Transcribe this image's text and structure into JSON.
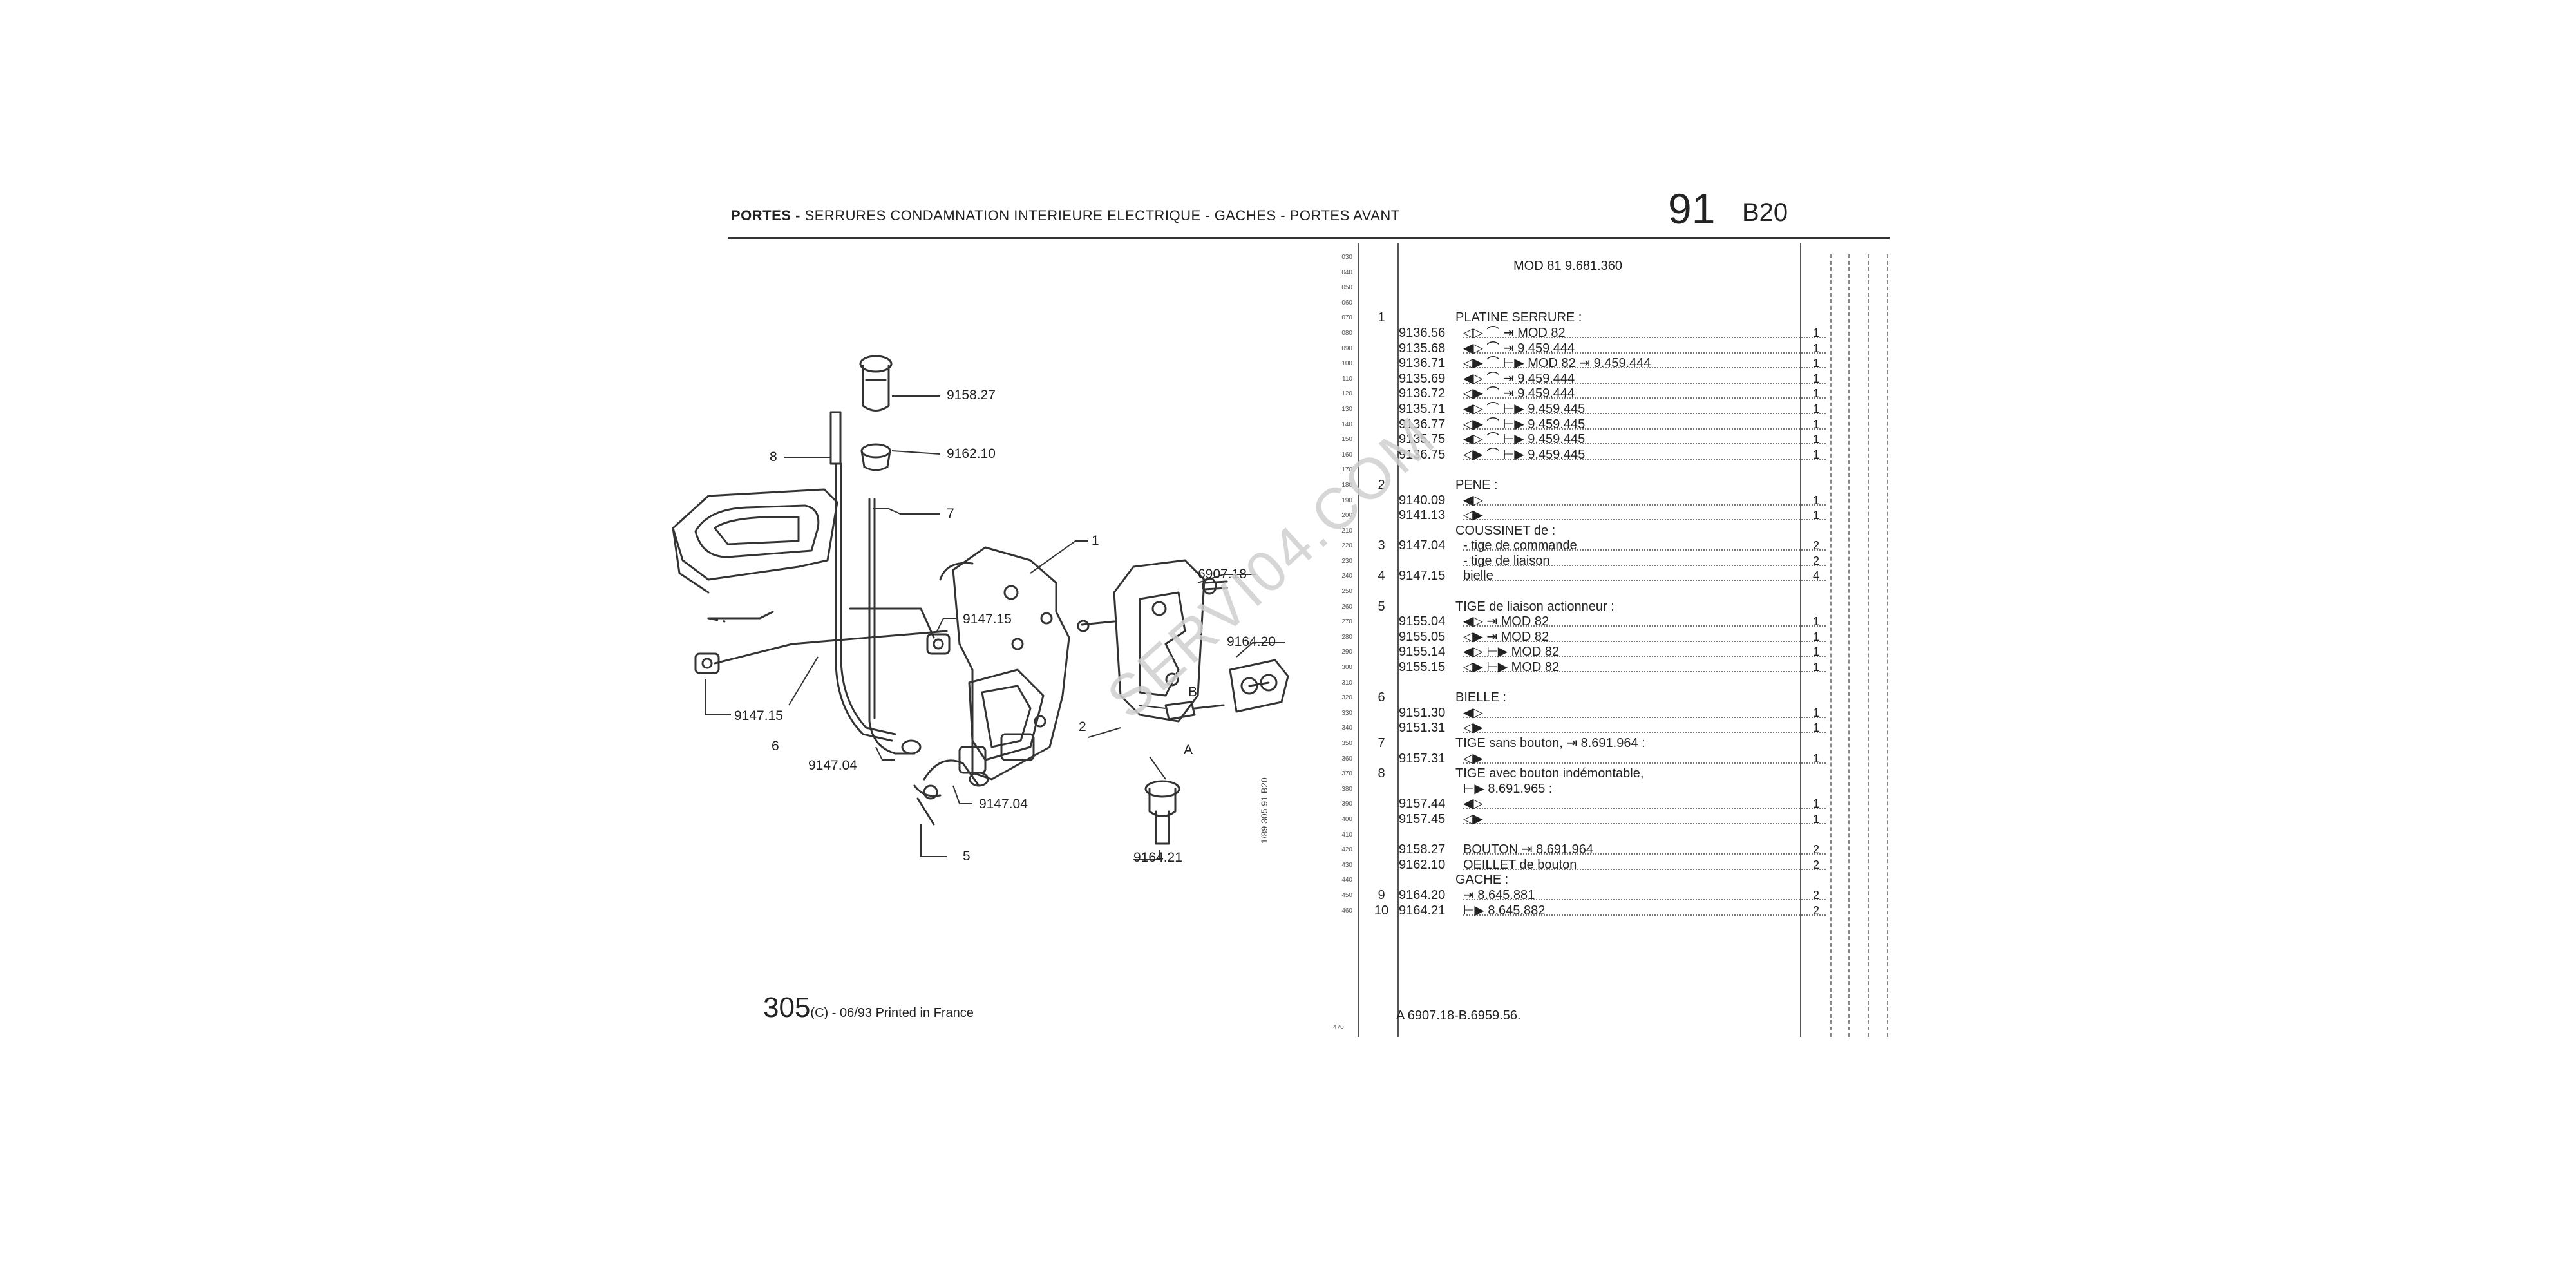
{
  "header": {
    "section_bold": "PORTES -",
    "section_rest": " SERRURES  CONDAMNATION INTERIEURE ELECTRIQUE - GACHES - PORTES AVANT",
    "page_number": "91",
    "page_code": "B20"
  },
  "row_codes": [
    "030",
    "040",
    "050",
    "060",
    "070",
    "080",
    "090",
    "100",
    "110",
    "120",
    "130",
    "140",
    "150",
    "160",
    "170",
    "180",
    "190",
    "200",
    "210",
    "220",
    "230",
    "240",
    "250",
    "260",
    "270",
    "280",
    "290",
    "300",
    "310",
    "320",
    "330",
    "340",
    "350",
    "360",
    "370",
    "380",
    "390",
    "400",
    "410",
    "420",
    "430",
    "440",
    "450",
    "460"
  ],
  "list_head": "MOD 81  9.681.360",
  "rows": [
    {
      "n": "",
      "r": "",
      "d": ""
    },
    {
      "n": "",
      "r": "",
      "d": ""
    },
    {
      "n": "",
      "r": "",
      "d": ""
    },
    {
      "n": "",
      "r": "",
      "d": ""
    },
    {
      "n": "1",
      "r": "",
      "d": "PLATINE SERRURE :",
      "sec": true,
      "q": ""
    },
    {
      "n": "",
      "r": "9136.56",
      "d": "◁▷ ⌒ ⇥ MOD 82",
      "q": "1"
    },
    {
      "n": "",
      "r": "9135.68",
      "d": "◀▷ ⌒ ⇥ 9.459.444",
      "q": "1"
    },
    {
      "n": "",
      "r": "9136.71",
      "d": "◁▶ ⌒ ⊢▶ MOD 82 ⇥ 9.459.444",
      "q": "1"
    },
    {
      "n": "",
      "r": "9135.69",
      "d": "◀▷ ⌒ ⇥ 9.459.444",
      "q": "1"
    },
    {
      "n": "",
      "r": "9136.72",
      "d": "◁▶ ⌒ ⇥ 9.459.444",
      "q": "1"
    },
    {
      "n": "",
      "r": "9135.71",
      "d": "◀▷ ⌒ ⊢▶ 9.459.445",
      "q": "1"
    },
    {
      "n": "",
      "r": "9136.77",
      "d": "◁▶ ⌒ ⊢▶ 9.459.445",
      "q": "1"
    },
    {
      "n": "",
      "r": "9135.75",
      "d": "◀▷ ⌒ ⊢▶ 9.459.445",
      "q": "1"
    },
    {
      "n": "",
      "r": "9136.75",
      "d": "◁▶ ⌒ ⊢▶ 9.459.445",
      "q": "1"
    },
    {
      "n": "",
      "r": "",
      "d": ""
    },
    {
      "n": "2",
      "r": "",
      "d": "PENE :",
      "sec": true,
      "q": ""
    },
    {
      "n": "",
      "r": "9140.09",
      "d": "◀▷",
      "q": "1"
    },
    {
      "n": "",
      "r": "9141.13",
      "d": "◁▶",
      "q": "1"
    },
    {
      "n": "",
      "r": "",
      "d": "COUSSINET de :",
      "sec": true,
      "q": ""
    },
    {
      "n": "3",
      "r": "9147.04",
      "d": "- tige de commande",
      "q": "2"
    },
    {
      "n": "",
      "r": "",
      "d": "- tige de liaison",
      "q": "2"
    },
    {
      "n": "4",
      "r": "9147.15",
      "d": "bielle",
      "q": "4"
    },
    {
      "n": "",
      "r": "",
      "d": ""
    },
    {
      "n": "5",
      "r": "",
      "d": "TIGE de liaison actionneur :",
      "sec": true,
      "q": ""
    },
    {
      "n": "",
      "r": "9155.04",
      "d": "◀▷ ⇥ MOD 82",
      "q": "1"
    },
    {
      "n": "",
      "r": "9155.05",
      "d": "◁▶ ⇥ MOD 82",
      "q": "1"
    },
    {
      "n": "",
      "r": "9155.14",
      "d": "◀▷ ⊢▶ MOD 82",
      "q": "1"
    },
    {
      "n": "",
      "r": "9155.15",
      "d": "◁▶ ⊢▶ MOD 82",
      "q": "1"
    },
    {
      "n": "",
      "r": "",
      "d": ""
    },
    {
      "n": "6",
      "r": "",
      "d": "BIELLE :",
      "sec": true,
      "q": ""
    },
    {
      "n": "",
      "r": "9151.30",
      "d": "◀▷",
      "q": "1"
    },
    {
      "n": "",
      "r": "9151.31",
      "d": "◁▶",
      "q": "1"
    },
    {
      "n": "7",
      "r": "",
      "d": "TIGE sans bouton, ⇥ 8.691.964 :",
      "sec": true,
      "q": ""
    },
    {
      "n": "",
      "r": "9157.31",
      "d": "◁▶",
      "q": "1"
    },
    {
      "n": "8",
      "r": "",
      "d": "TIGE avec bouton indémontable,",
      "sec": true,
      "q": ""
    },
    {
      "n": "",
      "r": "",
      "d": "⊢▶ 8.691.965 :",
      "q": ""
    },
    {
      "n": "",
      "r": "9157.44",
      "d": "◀▷",
      "q": "1"
    },
    {
      "n": "",
      "r": "9157.45",
      "d": "◁▶",
      "q": "1"
    },
    {
      "n": "",
      "r": "",
      "d": ""
    },
    {
      "n": "",
      "r": "9158.27",
      "d": "BOUTON ⇥ 8.691.964",
      "q": "2"
    },
    {
      "n": "",
      "r": "9162.10",
      "d": "OEILLET de bouton",
      "q": "2"
    },
    {
      "n": "",
      "r": "",
      "d": "GACHE :",
      "sec": true,
      "q": ""
    },
    {
      "n": "9",
      "r": "9164.20",
      "d": "⇥ 8.645.881",
      "q": "2"
    },
    {
      "n": "10",
      "r": "9164.21",
      "d": "⊢▶ 8.645.882",
      "q": "2"
    }
  ],
  "last_code": "470",
  "footer_ref": "A 6907.18-B.6959.56.",
  "footer_model": "305",
  "footer_tail": "(C) - 06/93 Printed in France",
  "vertical_code": "1/89  305  91  B20",
  "watermark": "SERVI04.COM",
  "diagram_labels": [
    {
      "key": "l1",
      "text": "9158.27"
    },
    {
      "key": "l2",
      "text": "8"
    },
    {
      "key": "l3",
      "text": "9162.10"
    },
    {
      "key": "l4",
      "text": "7"
    },
    {
      "key": "l5",
      "text": "1"
    },
    {
      "key": "l6",
      "text": "6907.18"
    },
    {
      "key": "l7",
      "text": "9147.15"
    },
    {
      "key": "l8",
      "text": "9164.20"
    },
    {
      "key": "l9",
      "text": "9147.15"
    },
    {
      "key": "l10",
      "text": "6"
    },
    {
      "key": "l11",
      "text": "9147.04"
    },
    {
      "key": "l12",
      "text": "2"
    },
    {
      "key": "l13",
      "text": "B"
    },
    {
      "key": "l14",
      "text": "A"
    },
    {
      "key": "l15",
      "text": "9147.04"
    },
    {
      "key": "l16",
      "text": "5"
    },
    {
      "key": "l17",
      "text": "9164.21"
    }
  ]
}
